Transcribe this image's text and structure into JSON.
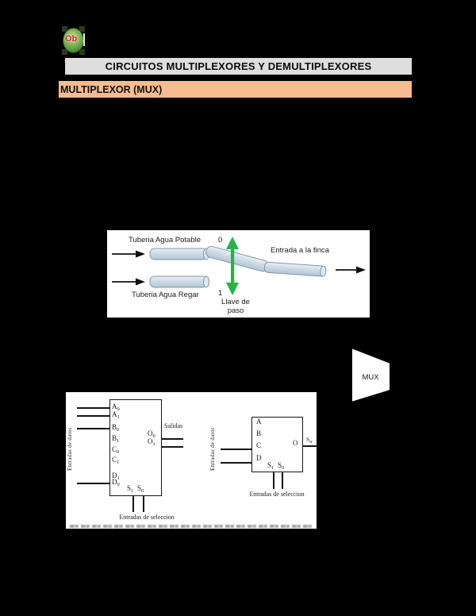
{
  "logo": {
    "text": "Ob"
  },
  "header": {
    "title": "CIRCUITOS MULTIPLEXORES Y DEMULTIPLEXORES",
    "section": "MULTIPLEXOR (MUX)"
  },
  "colors": {
    "section_bar_orange": "#f7bc90",
    "title_bar_gray": "#dedede",
    "valve_green": "#2bb04a",
    "pipe_fill": "#cddbe6"
  },
  "pipe_figure": {
    "top_pipe_label": "Tuberia Agua Potable",
    "bottom_pipe_label": "Tuberia Agua Regar",
    "output_label": "Entrada a la finca",
    "state_0": "0",
    "state_1": "1",
    "valve_label_line1": "Llave de",
    "valve_label_line2": "paso"
  },
  "mux_symbol": {
    "label": "MUX"
  },
  "circuit_figure": {
    "left_mux": {
      "data_inputs_label": "Entradas de datos",
      "pins": [
        {
          "base": "A",
          "sub": "0"
        },
        {
          "base": "A",
          "sub": "1"
        },
        {
          "base": "B",
          "sub": "0"
        },
        {
          "base": "B",
          "sub": "1"
        },
        {
          "base": "C",
          "sub": "0"
        },
        {
          "base": "C",
          "sub": "1"
        },
        {
          "base": "D",
          "sub": "1"
        },
        {
          "base": "D",
          "sub": "0"
        }
      ],
      "outputs": [
        {
          "base": "O",
          "sub": "0"
        },
        {
          "base": "O",
          "sub": "1"
        }
      ],
      "outputs_label": "Salidas",
      "select_pins": [
        {
          "base": "S",
          "sub": "1"
        },
        {
          "base": "S",
          "sub": "0"
        }
      ],
      "select_label": "Entradas de seleccion"
    },
    "right_mux": {
      "data_inputs_label": "Entradas de datos",
      "pins": [
        "A",
        "B",
        "C",
        "D"
      ],
      "output_pin": "O",
      "output_line_label": {
        "base": "S",
        "sub": "a"
      },
      "select_pins": [
        {
          "base": "S",
          "sub": "1"
        },
        {
          "base": "S",
          "sub": "0"
        }
      ],
      "select_label": "Entradas de seleccion"
    }
  }
}
